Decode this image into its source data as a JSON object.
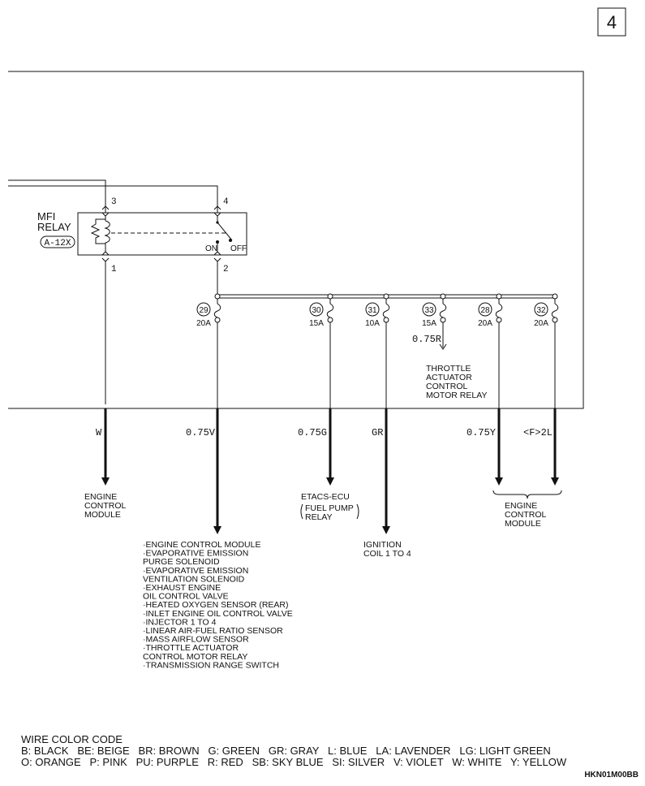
{
  "page_number": "4",
  "relay": {
    "label_line1": "MFI",
    "label_line2": "RELAY",
    "connector": "A-12X",
    "pins": {
      "p3": "3",
      "p4": "4",
      "p1": "1",
      "p2": "2"
    },
    "switch_on": "ON",
    "switch_off": "OFF"
  },
  "fuses": [
    {
      "number": "29",
      "rating": "20A"
    },
    {
      "number": "30",
      "rating": "15A"
    },
    {
      "number": "31",
      "rating": "10A"
    },
    {
      "number": "33",
      "rating": "15A"
    },
    {
      "number": "28",
      "rating": "20A"
    },
    {
      "number": "32",
      "rating": "20A"
    }
  ],
  "throttle_wire": "0.75R",
  "throttle_destination": [
    "THROTTLE",
    "ACTUATOR",
    "CONTROL",
    "MOTOR RELAY"
  ],
  "wires": {
    "w1": "W",
    "w2": "0.75V",
    "w3": "0.75G",
    "w4": "GR",
    "w5": "0.75Y",
    "w6": "<F>2L"
  },
  "destinations": {
    "ecm_left": [
      "ENGINE",
      "CONTROL",
      "MODULE"
    ],
    "etacs": [
      "ETACS-ECU",
      "FUEL PUMP",
      "RELAY"
    ],
    "ignition": [
      "IGNITION",
      "COIL 1 TO 4"
    ],
    "ecm_right": [
      "ENGINE",
      "CONTROL",
      "MODULE"
    ],
    "list": [
      "·ENGINE CONTROL MODULE",
      "·EVAPORATIVE EMISSION",
      "PURGE SOLENOID",
      "·EVAPORATIVE EMISSION",
      "VENTILATION SOLENOID",
      "·EXHAUST ENGINE",
      "OIL CONTROL VALVE",
      "·HEATED OXYGEN SENSOR (REAR)",
      "·INLET ENGINE OIL CONTROL VALVE",
      "·INJECTOR 1 TO 4",
      "·LINEAR AIR-FUEL RATIO SENSOR",
      "·MASS AIRFLOW SENSOR",
      "·THROTTLE ACTUATOR",
      "CONTROL MOTOR RELAY",
      "·TRANSMISSION RANGE SWITCH"
    ]
  },
  "legend": {
    "title": "WIRE COLOR CODE",
    "line1": "B: BLACK   BE: BEIGE   BR: BROWN   G: GREEN   GR: GRAY   L: BLUE   LA: LAVENDER   LG: LIGHT GREEN",
    "line2": "O: ORANGE   P: PINK   PU: PURPLE   R: RED   SB: SKY BLUE   SI: SILVER   V: VIOLET   W: WHITE   Y: YELLOW"
  },
  "diagram_code": "HKN01M00BB"
}
